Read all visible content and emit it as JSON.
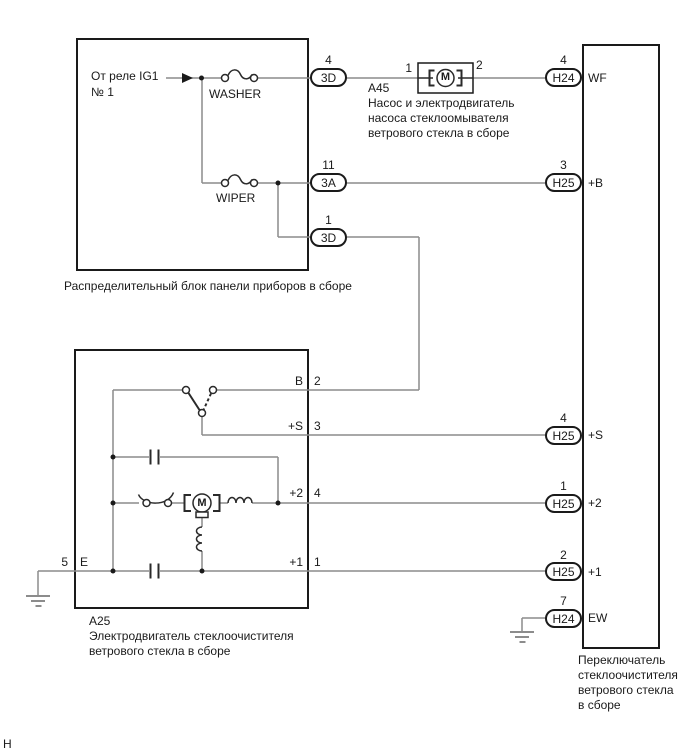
{
  "page_marker": "H",
  "source": {
    "line1": "От реле IG1",
    "line2": "№ 1"
  },
  "junction_block": {
    "label": "Распределительный блок панели приборов в сборе",
    "fuse_washer": "WASHER",
    "fuse_wiper": "WIPER",
    "connectors": [
      {
        "pin": "4",
        "name": "3D"
      },
      {
        "pin": "11",
        "name": "3A"
      },
      {
        "pin": "1",
        "name": "3D"
      }
    ]
  },
  "washer_motor": {
    "id": "A45",
    "pin_left": "1",
    "pin_right": "2",
    "motor_letter": "M",
    "desc1": "Насос и электродвигатель",
    "desc2": "насоса стеклоомывателя",
    "desc3": "ветрового стекла в сборе"
  },
  "wiper_motor": {
    "id": "A25",
    "motor_letter": "M",
    "desc1": "Электродвигатель стеклоочистителя",
    "desc2": "ветрового стекла в сборе",
    "pins": [
      {
        "label": "B",
        "num": "2"
      },
      {
        "label": "+S",
        "num": "3"
      },
      {
        "label": "+2",
        "num": "4"
      },
      {
        "label": "+1",
        "num": "1"
      },
      {
        "label": "E",
        "num": "5"
      }
    ]
  },
  "wiper_switch": {
    "label1": "Переключатель",
    "label2": "стеклоочистителя",
    "label3": "ветрового стекла",
    "label4": "в сборе",
    "terminals": [
      {
        "pin": "4",
        "connector": "H24",
        "label": "WF"
      },
      {
        "pin": "3",
        "connector": "H25",
        "label": "+B"
      },
      {
        "pin": "4",
        "connector": "H25",
        "label": "+S"
      },
      {
        "pin": "1",
        "connector": "H25",
        "label": "+2"
      },
      {
        "pin": "2",
        "connector": "H25",
        "label": "+1"
      },
      {
        "pin": "7",
        "connector": "H24",
        "label": "EW"
      }
    ]
  },
  "colors": {
    "wire": "#8c8c8c",
    "ink": "#1a1a1a"
  }
}
